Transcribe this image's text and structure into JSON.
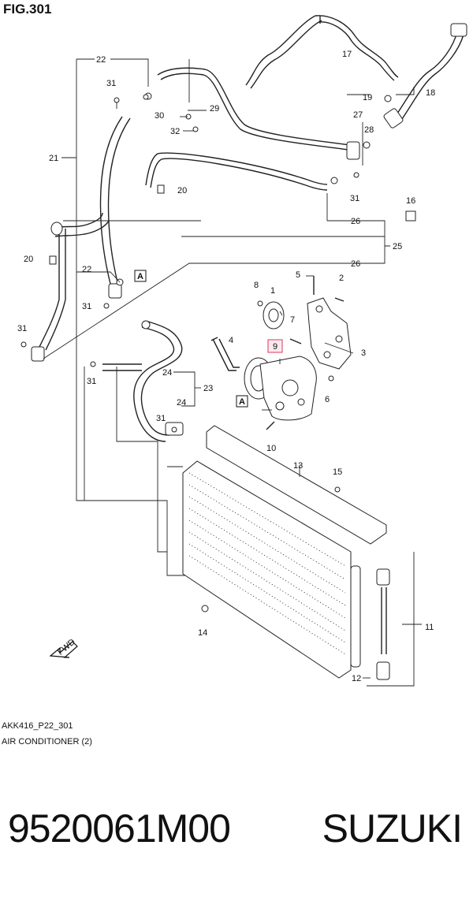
{
  "figure": {
    "title": "FIG.301",
    "code": "AKK416_P22_301",
    "caption": "AIR CONDITIONER (2)"
  },
  "callouts": [
    "1",
    "2",
    "3",
    "4",
    "5",
    "6",
    "7",
    "8",
    "9",
    "10",
    "11",
    "12",
    "13",
    "14",
    "15",
    "16",
    "17",
    "18",
    "19",
    "20",
    "21",
    "22",
    "23",
    "24",
    "25",
    "26",
    "27",
    "28",
    "29",
    "30",
    "31",
    "32"
  ],
  "highlighted_callout": "9",
  "reference_marker": "A",
  "fwd_label": "FWD",
  "product": {
    "part_number": "9520061M00",
    "brand": "SUZUKI"
  },
  "colors": {
    "highlight_border": "#e05a70",
    "highlight_fill": "#ffe9ee"
  }
}
